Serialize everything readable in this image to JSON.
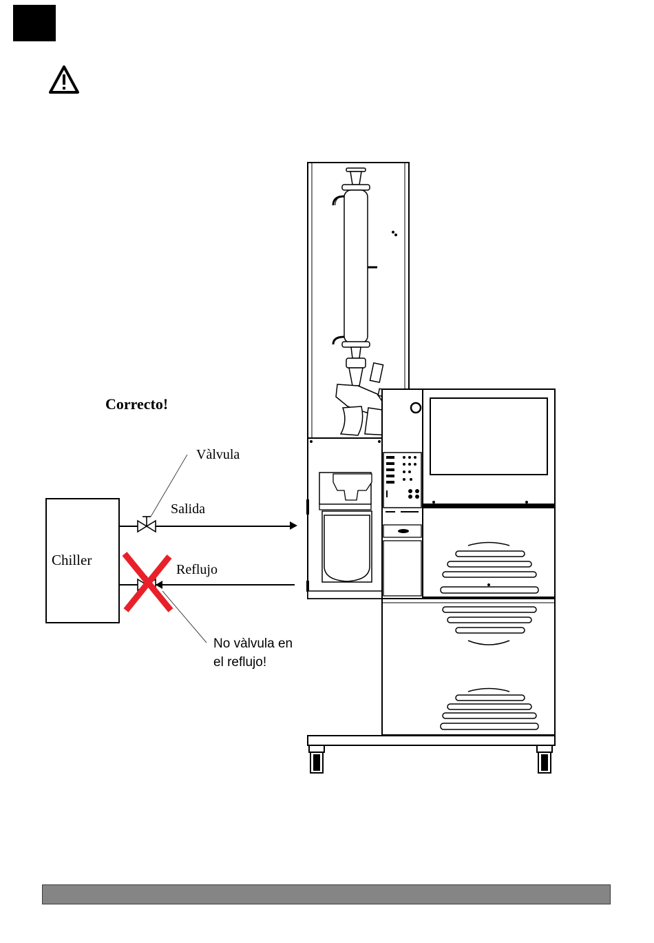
{
  "labels": {
    "correct": "Correcto!",
    "valve": "Vàlvula",
    "outlet": "Salida",
    "chiller": "Chiller",
    "return": "Reflujo",
    "no_valve_line1": "No vàlvula en",
    "no_valve_line2": "el reflujo!"
  },
  "icons": {
    "warning": "warning-triangle-icon",
    "forbidden": "red-cross-icon"
  },
  "colors": {
    "cross": "#e8202a",
    "footer_bar": "#858585",
    "line": "#000000"
  }
}
